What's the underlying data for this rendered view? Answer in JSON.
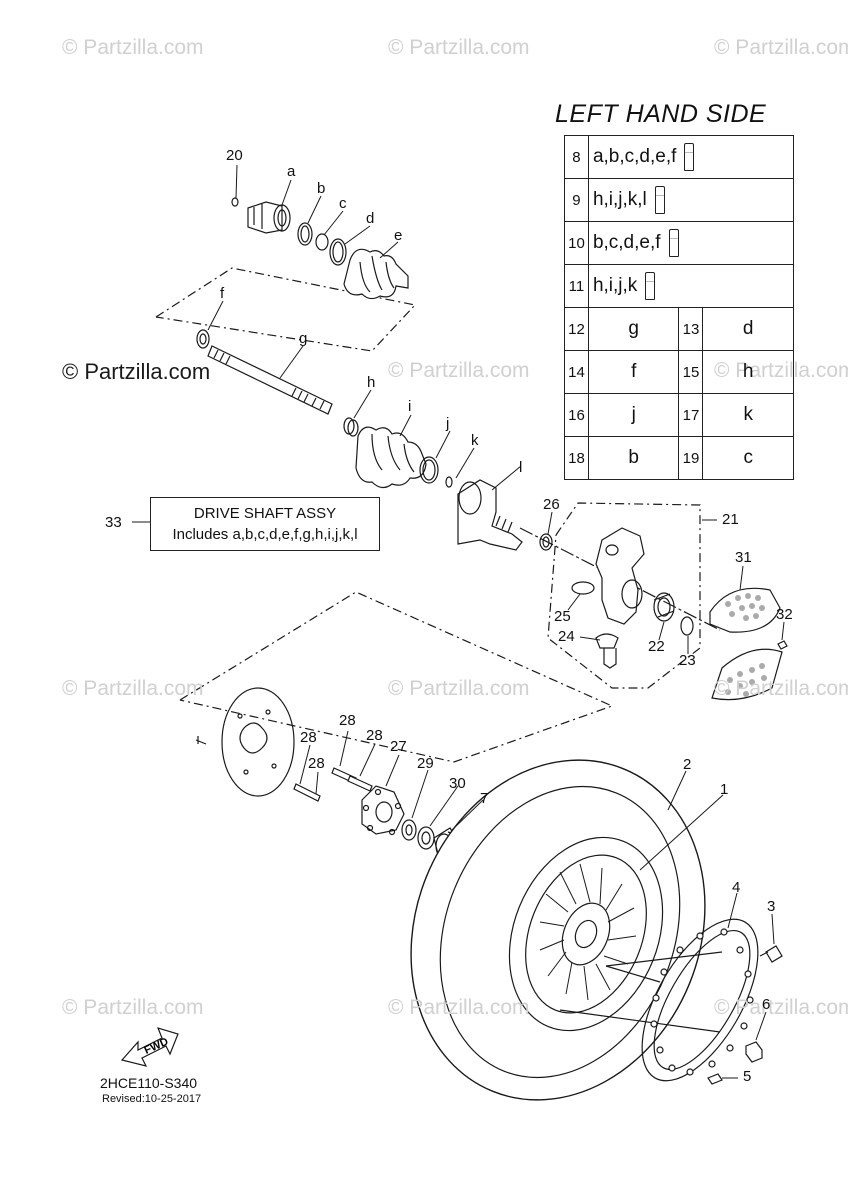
{
  "watermark": "© Partzilla.com",
  "brand_watermark": "© Partzilla.com",
  "legend": {
    "title": "LEFT HAND SIDE",
    "full_rows": [
      {
        "num": "8",
        "parts": "a,b,c,d,e,f",
        "icon": "grease-tube-icon"
      },
      {
        "num": "9",
        "parts": "h,i,j,k,l",
        "icon": "grease-tube-icon"
      },
      {
        "num": "10",
        "parts": "b,c,d,e,f",
        "icon": "grease-tube-icon"
      },
      {
        "num": "11",
        "parts": "h,i,j,k",
        "icon": "grease-tube-icon"
      }
    ],
    "pair_rows": [
      {
        "num_a": "12",
        "letter_a": "g",
        "num_b": "13",
        "letter_b": "d"
      },
      {
        "num_a": "14",
        "letter_a": "f",
        "num_b": "15",
        "letter_b": "h"
      },
      {
        "num_a": "16",
        "letter_a": "j",
        "num_b": "17",
        "letter_b": "k"
      },
      {
        "num_a": "18",
        "letter_a": "b",
        "num_b": "19",
        "letter_b": "c"
      }
    ]
  },
  "assembly": {
    "ref": "33",
    "line1": "DRIVE SHAFT ASSY",
    "line2": "Includes a,b,c,d,e,f,g,h,i,j,k,l"
  },
  "part_labels": {
    "p20": "20",
    "pa": "a",
    "pb": "b",
    "pc": "c",
    "pd": "d",
    "pe": "e",
    "pf": "f",
    "pg": "g",
    "ph": "h",
    "pi": "i",
    "pj": "j",
    "pk": "k",
    "pl": "l",
    "p26": "26",
    "p21": "21",
    "p31": "31",
    "p32": "32",
    "p25": "25",
    "p24": "24",
    "p22": "22",
    "p23": "23",
    "p28a": "28",
    "p28b": "28",
    "p28c": "28",
    "p27": "27",
    "p29": "29",
    "p30": "30",
    "p7": "7",
    "p2": "2",
    "p1": "1",
    "p4": "4",
    "p3": "3",
    "p6": "6",
    "p5": "5"
  },
  "footer": {
    "diagram_code": "2HCE110-S340",
    "revised": "Revised:10-25-2017",
    "fwd_label": "FWD"
  }
}
